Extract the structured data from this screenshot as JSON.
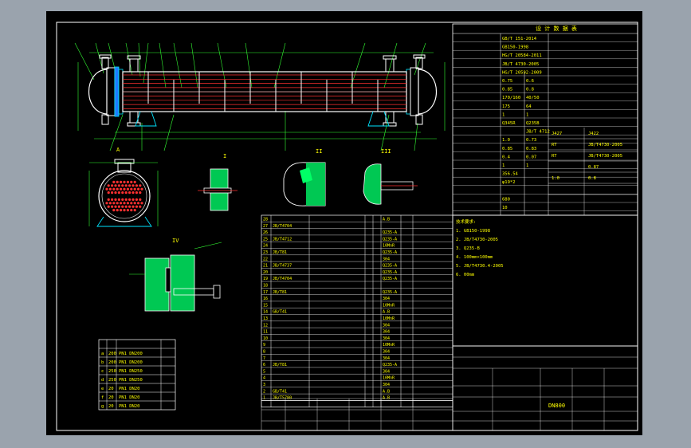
{
  "design_data": {
    "title": "设 计 数 据 表",
    "rows": [
      [
        "",
        "",
        "GB/T 151-2014"
      ],
      [
        "",
        "",
        "GB150-1998"
      ],
      [
        "",
        "",
        "HG/T 20584-2011"
      ],
      [
        "",
        "",
        "JB/T 4730-2005"
      ],
      [
        "",
        "",
        "HG/T 20592-2009"
      ],
      [
        "",
        "0.75",
        "0.6"
      ],
      [
        "",
        "0.85",
        "0.8"
      ],
      [
        "",
        "170/160",
        "40/50"
      ],
      [
        "",
        "175",
        "64"
      ],
      [
        "",
        "1",
        "1"
      ],
      [
        "",
        "Q345R",
        "Q235B"
      ],
      [
        "",
        "",
        "JB/T 4712"
      ],
      [
        "",
        "1.0",
        "0.73"
      ],
      [
        "",
        "0.85",
        "0.83"
      ],
      [
        "",
        "0.4",
        "0.07"
      ],
      [
        "",
        "1",
        "1"
      ],
      [
        "",
        "356.54",
        ""
      ],
      [
        "",
        "φ19*2",
        ""
      ],
      [
        "",
        "",
        ""
      ],
      [
        "",
        "680",
        ""
      ],
      [
        "",
        "10",
        ""
      ]
    ],
    "right_rows": [
      [
        "J427",
        "J422"
      ],
      [
        "RT",
        "JB/T4730-2005"
      ],
      [
        "RT",
        "JB/T4730-2005"
      ],
      [
        "",
        "0.87"
      ],
      [
        "1.0",
        "0.8"
      ],
      [
        "",
        ""
      ]
    ]
  },
  "parts_list": {
    "rows": [
      [
        "28",
        "",
        "",
        "",
        "A.B"
      ],
      [
        "27",
        "JB/T4704",
        "",
        "",
        ""
      ],
      [
        "26",
        "",
        "",
        "",
        "Q235-A"
      ],
      [
        "25",
        "JB/T4712",
        "",
        "",
        "Q235-A"
      ],
      [
        "24",
        "",
        "",
        "",
        "10MnR"
      ],
      [
        "23",
        "JB/T81",
        "",
        "",
        "Q235-A"
      ],
      [
        "22",
        "",
        "",
        "",
        "304"
      ],
      [
        "21",
        "JB/T4737",
        "",
        "",
        "Q235-A"
      ],
      [
        "20",
        "",
        "",
        "",
        "Q235-A"
      ],
      [
        "19",
        "JB/T4704",
        "",
        "",
        "Q235-A"
      ],
      [
        "18",
        "",
        "",
        "",
        ""
      ],
      [
        "17",
        "JB/T81",
        "",
        "",
        "Q235-A"
      ],
      [
        "16",
        "",
        "",
        "",
        "304"
      ],
      [
        "15",
        "",
        "",
        "",
        "10MnR"
      ],
      [
        "14",
        "GB/T41",
        "",
        "",
        "A.B"
      ],
      [
        "13",
        "",
        "",
        "",
        "10MnR"
      ],
      [
        "12",
        "",
        "",
        "",
        "304"
      ],
      [
        "11",
        "",
        "",
        "",
        "304"
      ],
      [
        "10",
        "",
        "",
        "",
        "304"
      ],
      [
        "9",
        "",
        "",
        "",
        "10MnR"
      ],
      [
        "8",
        "",
        "",
        "",
        "304"
      ],
      [
        "7",
        "",
        "",
        "",
        "304"
      ],
      [
        "6",
        "JB/T81",
        "",
        "",
        "Q235-A"
      ],
      [
        "5",
        "",
        "",
        "",
        "304"
      ],
      [
        "4",
        "",
        "",
        "",
        "10MnR"
      ],
      [
        "3",
        "",
        "",
        "",
        "304"
      ],
      [
        "2",
        "GB/T41",
        "",
        "",
        "A.B"
      ],
      [
        "1",
        "JB/T5780",
        "",
        "",
        "A.B"
      ]
    ]
  },
  "nozzle_table": {
    "rows": [
      [
        "a",
        "200",
        "PN1 DN200"
      ],
      [
        "b",
        "200",
        "PN1 DN200"
      ],
      [
        "c",
        "250",
        "PN1 DN250"
      ],
      [
        "d",
        "250",
        "PN1 DN250"
      ],
      [
        "e",
        "20",
        "PN1 DN20"
      ],
      [
        "f",
        "20",
        "PN1 DN20"
      ],
      [
        "g",
        "20",
        "PN1 DN20"
      ]
    ]
  },
  "notes": [
    "技术要求:",
    "1. GB150-1998",
    "2. JB/T4730-2005",
    "3. Q235-B",
    "4. 100mm×100mm",
    "5. JB/T4730.4-2005",
    "6. 00mm"
  ],
  "title_block": {
    "drawing_code": "DN800"
  },
  "detail_labels": [
    "A",
    "I",
    "II",
    "III",
    "IV"
  ],
  "colors": {
    "sheet": "#000000",
    "frame": "#ffffff",
    "line_green": "#33ff33",
    "text_yellow": "#ffff00",
    "tube_red": "#ff3030",
    "hatch_green": "#00ff66",
    "cyan": "#00e5ff"
  }
}
